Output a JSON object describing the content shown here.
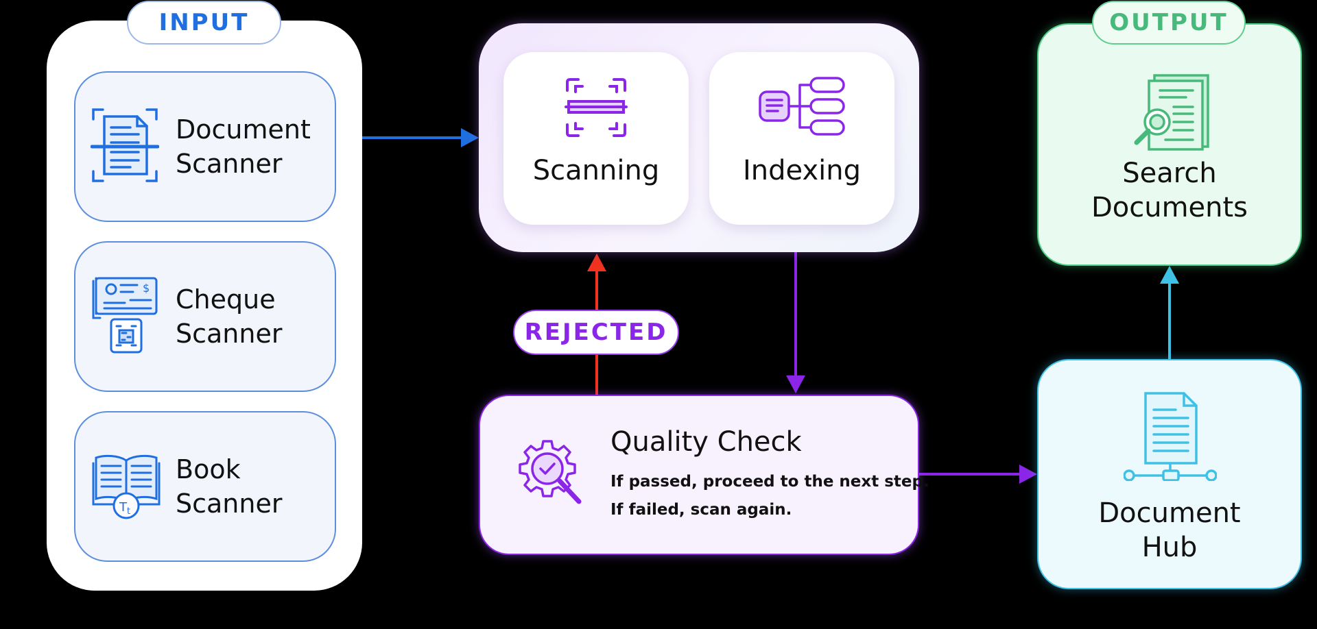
{
  "input": {
    "tag": "INPUT",
    "items": [
      {
        "line1": "Document",
        "line2": "Scanner",
        "icon": "document-scanner-icon"
      },
      {
        "line1": "Cheque",
        "line2": "Scanner",
        "icon": "cheque-scanner-icon"
      },
      {
        "line1": "Book",
        "line2": "Scanner",
        "icon": "book-scanner-icon"
      }
    ]
  },
  "process": {
    "scanning": {
      "label": "Scanning",
      "icon": "scan-icon"
    },
    "indexing": {
      "label": "Indexing",
      "icon": "index-tree-icon"
    }
  },
  "rejected": "REJECTED",
  "quality": {
    "title": "Quality Check",
    "line1": "If passed, proceed to the next step.",
    "line2": "If failed, scan again.",
    "icon": "gear-check-icon"
  },
  "output": {
    "tag": "OUTPUT",
    "search": {
      "line1": "Search",
      "line2": "Documents",
      "icon": "search-documents-icon"
    }
  },
  "hub": {
    "line1": "Document",
    "line2": "Hub",
    "icon": "document-hub-icon"
  },
  "colors": {
    "input_accent": "#1f6fe0",
    "process_accent": "#8b26e8",
    "rejected_arrow": "#f0321e",
    "output_accent": "#47b97a",
    "hub_accent": "#3fc1e6"
  }
}
